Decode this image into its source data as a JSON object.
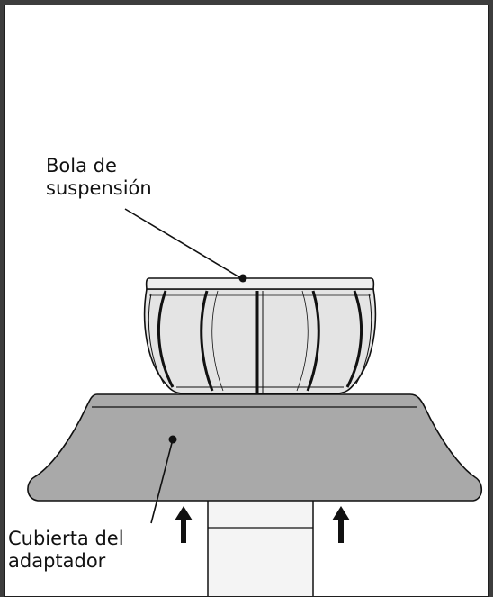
{
  "labels": {
    "ball": {
      "line1": "Bola de",
      "line2": "suspensión"
    },
    "cover": {
      "line1": "Cubierta del",
      "line2": "adaptador"
    }
  },
  "colors": {
    "frame": "#3d3d3d",
    "cover_fill": "#a9a9a9",
    "ball_fill": "#e4e4e4",
    "line": "#111111"
  },
  "icons": {
    "up_arrow_left": "up-arrow-icon",
    "up_arrow_right": "up-arrow-icon"
  }
}
